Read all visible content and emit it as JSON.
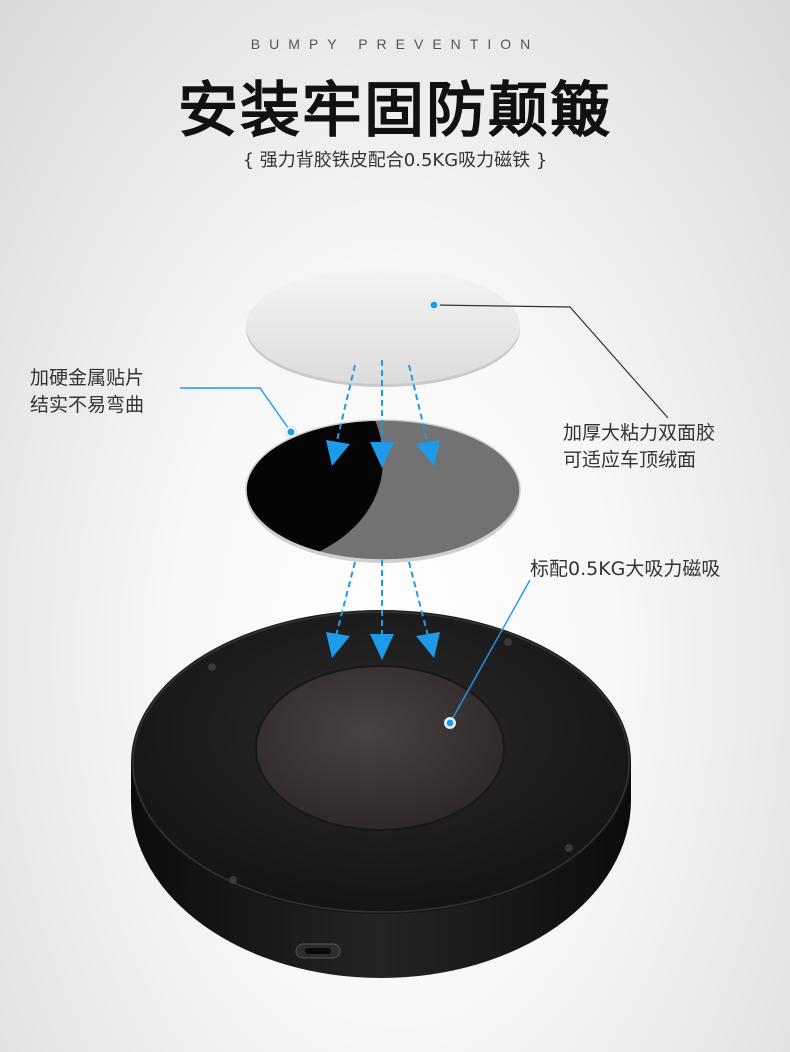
{
  "header": {
    "eyebrow": "BUMPY PREVENTION",
    "title": "安装牢固防颠簸",
    "subtitle": "{ 强力背胶铁皮配合0.5KG吸力磁铁 }"
  },
  "callouts": {
    "metal_plate": [
      "加硬金属贴片",
      "结实不易弯曲"
    ],
    "adhesive": [
      "加厚大粘力双面胶",
      "可适应车顶绒面"
    ],
    "magnet": [
      "标配0.5KG大吸力磁吸"
    ]
  },
  "colors": {
    "accent_arrow": "#1e9be8",
    "device_body": "#1c1c1c",
    "magnet_pad": "#3a3434",
    "adhesive_disc": "#ececec",
    "metal_disc_dark": "#050505",
    "metal_disc_gray": "#6f6f6f"
  },
  "icons": [
    "down-arrow-icon",
    "callout-dot-icon",
    "usb-port-icon"
  ]
}
